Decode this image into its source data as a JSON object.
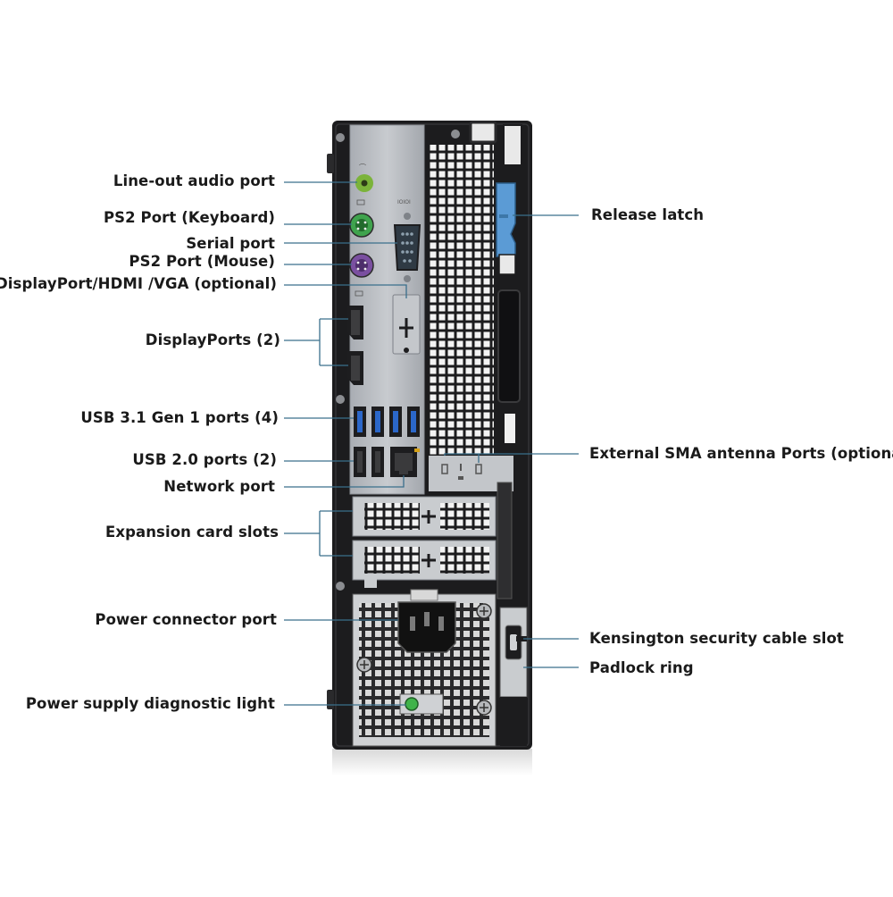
{
  "diagram": {
    "left_labels": [
      {
        "id": "line-out",
        "text": "Line-out audio port"
      },
      {
        "id": "ps2-keyboard",
        "text": "PS2 Port (Keyboard)"
      },
      {
        "id": "serial",
        "text": "Serial port"
      },
      {
        "id": "ps2-mouse",
        "text": "PS2 Port (Mouse)"
      },
      {
        "id": "video-optional",
        "text": "DisplayPort/HDMI /VGA (optional)"
      },
      {
        "id": "displayports",
        "text": "DisplayPorts (2)"
      },
      {
        "id": "usb31",
        "text": "USB 3.1 Gen 1 ports (4)"
      },
      {
        "id": "usb20",
        "text": "USB 2.0 ports (2)"
      },
      {
        "id": "network",
        "text": "Network port"
      },
      {
        "id": "expansion",
        "text": "Expansion card slots"
      },
      {
        "id": "power-connector",
        "text": "Power connector port"
      },
      {
        "id": "psu-light",
        "text": "Power supply diagnostic light"
      }
    ],
    "right_labels": [
      {
        "id": "release-latch",
        "text": "Release latch"
      },
      {
        "id": "sma",
        "text": "External SMA antenna Ports (optional)"
      },
      {
        "id": "kensington",
        "text": "Kensington security cable slot"
      },
      {
        "id": "padlock",
        "text": "Padlock ring"
      }
    ],
    "colors": {
      "chassis": "#1c1c1e",
      "io_plate": "#b9bcc1",
      "leader_line": "#3a6f8c",
      "audio_green": "#7bb33a",
      "ps2_keyboard": "#3fa34d",
      "ps2_mouse": "#7a4fa0",
      "usb3_blue": "#2b67c9",
      "release_latch": "#5b9bd5",
      "psu_led": "#3fb34a"
    }
  }
}
